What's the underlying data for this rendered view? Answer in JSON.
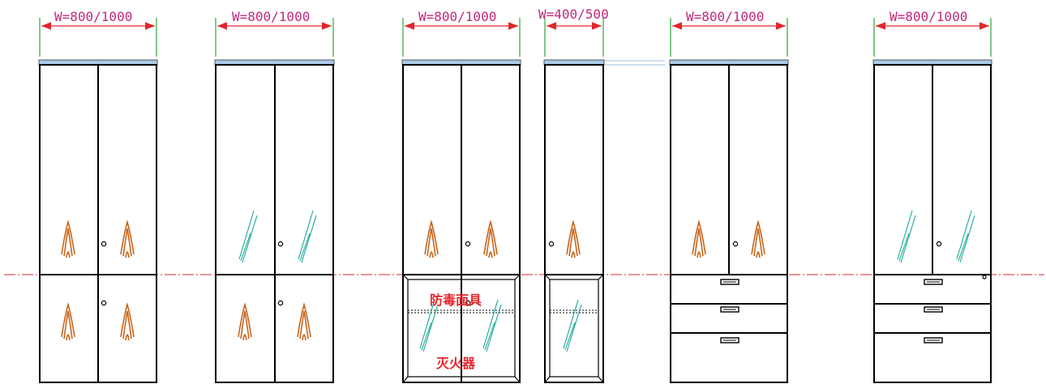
{
  "dimensions": {
    "w_800_1000": "W=800/1000",
    "w_400_500": "W=400/500"
  },
  "labels": {
    "gas_mask": "防毒面具",
    "extinguisher": "灭火器"
  },
  "colors": {
    "dimension_text": "#c0297c",
    "dimension_line": "#e0262b",
    "extension_line": "#2ea33a",
    "center_line": "#d42a2a",
    "wood_grain": "#c8651b",
    "glass": "#1aa89a",
    "top_cap": "#a9c9e8",
    "label_text": "#e5262b"
  }
}
